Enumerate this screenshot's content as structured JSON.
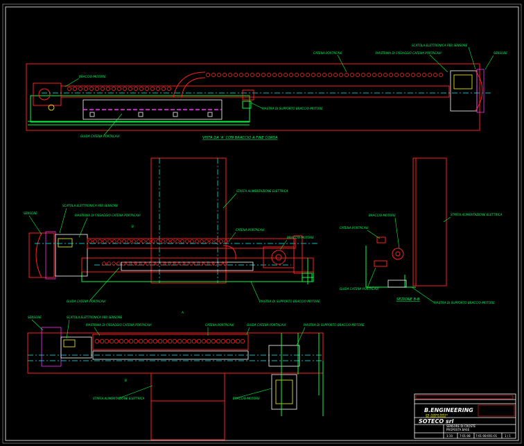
{
  "views": {
    "top_view_title": "VISTA DA 'A' CON BRACCIO A FINE CORSA",
    "section_title": "SEZIONE B-B"
  },
  "labels": {
    "top": {
      "gruppo_braccio": "BRACCIO-MOTORE",
      "catena_portacavi": "CATENA PORTACAVI",
      "piastrina_fissaggio": "PIASTRINA DI FISSAGGIO CATENA PORTACAVI",
      "scatola_elettronica": "SCATOLA ELETTRONICA PER SENSORE",
      "sensore": "SENSORE",
      "piastra_supporto": "PIASTRA DI SUPPORTO BRACCIO-MOTORE",
      "guida_catena": "GUIDA CATENA PORTACAVI"
    },
    "middle": {
      "sensore": "SENSORE",
      "scatola_elettronica": "SCATOLA ELETTRONICA PER SENSORE",
      "piastrina_fissaggio": "PIASTRINA DI FISSAGGIO CATENA PORTACAVI",
      "staffa_alimentazione": "STAFFA ALIMENTAZIONE ELETTRICA",
      "catena_portacavi": "CATENA PORTACAVI",
      "braccio_motore": "BRACCIO-MOTORE",
      "guida_catena": "GUIDA CATENA PORTACAVI",
      "piastra_supporto": "PIASTRA DI SUPPORTO BRACCIO-MOTORE"
    },
    "section": {
      "catena_portacavi": "CATENA PORTACAVI",
      "braccio_motore": "BRACCIO-MOTORE",
      "staffa_alimentazione": "STAFFA ALIMENTAZIONE ELETTRICA",
      "guida_catena": "GUIDA CATENA PORTACAVI",
      "piastra_supporto": "PIASTRA DI SUPPORTO BRACCIO-MOTORE"
    },
    "bottom": {
      "sensore": "SENSORE",
      "scatola_elettronica": "SCATOLA ELETTRONICA PER SENSORE",
      "piastrina_fissaggio": "PIASTRINA DI FISSAGGIO CATENA PORTACAVI",
      "catena_portacavi": "CATENA PORTACAVI",
      "guida_catena": "GUIDA CATENA PORTACAVI",
      "piastra_supporto": "PIASTRA DI SUPPORTO BRACCIO-MOTORE",
      "staffa_alimentazione": "STAFFA ALIMENTAZIONE ELETTRICA",
      "braccio_motore": "BRACCIO-MOTORE"
    },
    "section_markers": {
      "top": "A",
      "left": "B",
      "bottom": "B"
    }
  },
  "title_block": {
    "company": "B.ENGINEERING",
    "company_sub1": "Ing. Andrea Bettini",
    "company_sub2": "Tel. 0000 000000",
    "logo": "SOTECO srl",
    "title_line1": "SENSORE DI CROSTE",
    "title_line2": "PROPOSTA BASE",
    "scale": "1:10",
    "date": "7-01-08",
    "drawing_no": "7-01-08-001-01",
    "sheet": "1 / 1"
  },
  "colors": {
    "background": "#000000",
    "frame": "#ffffff",
    "red": "#ff2020",
    "green": "#00ff40",
    "cyan": "#00ffff",
    "magenta": "#ff30ff",
    "yellow": "#ffff00"
  }
}
